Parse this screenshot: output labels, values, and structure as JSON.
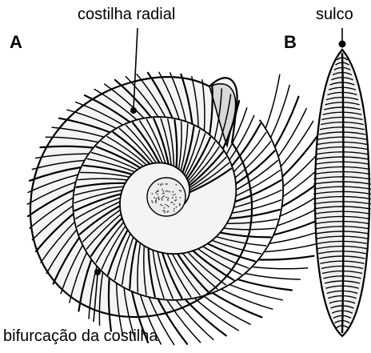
{
  "figure": {
    "panels": {
      "a": "A",
      "b": "B"
    },
    "labels": {
      "radial_rib": "costilha radial",
      "groove": "sulco",
      "rib_bifurcation": "bifurcação da costilha"
    }
  }
}
